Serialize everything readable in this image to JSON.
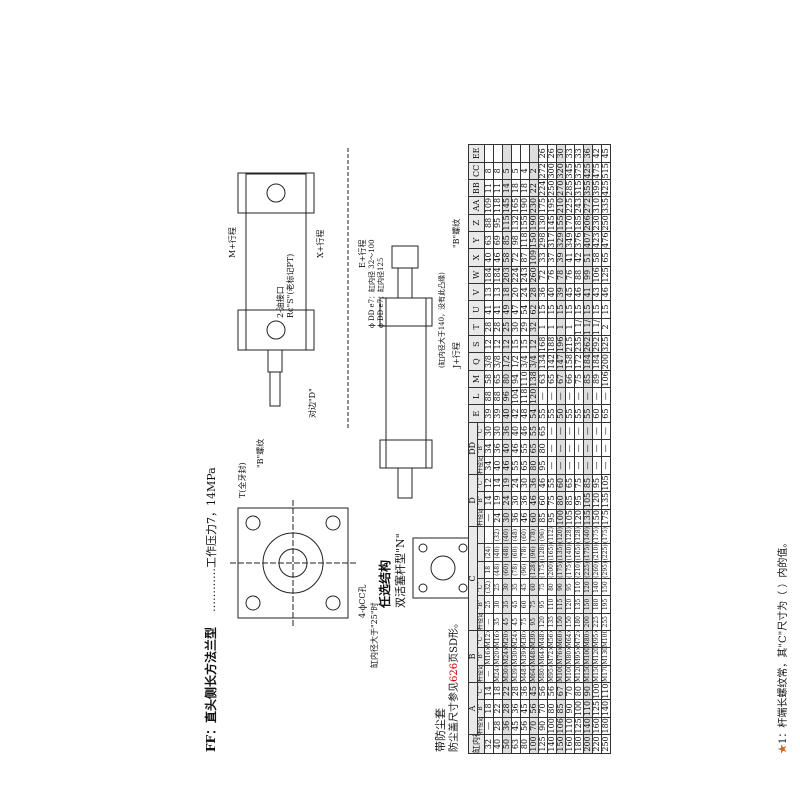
{
  "header": {
    "title": "FF：直头侧长方法兰型",
    "pressure": "…………工作压力7，14MPa"
  },
  "drawing": {
    "port_note": "2-油接口",
    "port_rc": "Rc\"S\"(老标记PT)",
    "stroke_label": "M+行程",
    "stroke_label2": "X+行程",
    "width_across": "对边\"D\"",
    "thread_b": "\"B\"螺纹",
    "cc_hole": "4-ϕCC孔",
    "t_pitch": "T(全牙封)",
    "bore_note": "缸内径大于\"25\"时",
    "e_stroke": "E+行程",
    "dd_note1": "ϕ DD e7：缸内径 32～100",
    "dd_note2": "ϕ DD e7：缸内径125",
    "dd_note3": "(缸内径大于140，没有此凸缘)",
    "j_stroke": "J+行程",
    "thread_b2": "\"B\"螺纹"
  },
  "option": {
    "title": "任选结构",
    "subtitle": "双活塞杆型\"N\"",
    "dust_title": "带防尘套",
    "dust_note_before": "防尘盖尺寸参见",
    "dust_note_pages": "626",
    "dust_note_after": "页SD形。"
  },
  "table": {
    "group_headers": [
      "A",
      "B",
      "C",
      "D",
      "DD"
    ],
    "sub_headers": [
      "杆径记号 \"A\"",
      "\"B\"",
      "\"C\"",
      "杆径记号 \"A\"",
      "\"B\"",
      "\"C\"",
      "杆径记号 \"A\"",
      "\"B\"",
      "\"C\"",
      "杆径记号 \"A\"",
      "\"B\"",
      "\"C\"",
      "杆径记号 \"A\"",
      "\"B\"",
      "\"C\""
    ],
    "bore_header": "缸内径",
    "columns": [
      "E",
      "L",
      "M",
      "Q",
      "S",
      "T",
      "U",
      "V",
      "W",
      "X",
      "Y",
      "Z",
      "AA",
      "BB",
      "CC",
      "EE"
    ],
    "rows": [
      {
        "bore": "32",
        "a": [
          "—",
          "18",
          "14"
        ],
        "b": [
          "—",
          "M16×1.5",
          "M12×1.25"
        ],
        "c": [
          "—",
          "25",
          "(32)",
          "18",
          "(24)"
        ],
        "d": [
          "—",
          "14",
          "12"
        ],
        "dd": [
          "34",
          "34",
          "30"
        ],
        "rest": [
          "39",
          "88",
          "58",
          "3/8",
          "12",
          "28",
          "41",
          "13",
          "184",
          "40",
          "63",
          "88",
          "109",
          "11",
          "8",
          ""
        ],
        "shade": false
      },
      {
        "bore": "40",
        "a": [
          "28",
          "22",
          "18"
        ],
        "b": [
          "M24×1.5",
          "M20×1.5",
          "M16×1.5"
        ],
        "c": [
          "35",
          "30",
          "25",
          "(48)",
          "(40)",
          "(32)"
        ],
        "d": [
          "24",
          "19",
          "14"
        ],
        "dd": [
          "40",
          "36",
          "30"
        ],
        "rest": [
          "39",
          "88",
          "65",
          "3/8",
          "12",
          "28",
          "41",
          "13",
          "184",
          "46",
          "69",
          "95",
          "118",
          "11",
          "8",
          ""
        ],
        "shade": false
      },
      {
        "bore": "50",
        "a": [
          "36",
          "28",
          "22"
        ],
        "b": [
          "M30×1.5",
          "M24×1.5",
          "M20×1.5"
        ],
        "c": [
          "45",
          "35",
          "30",
          "(60)",
          "(48)",
          "(40)"
        ],
        "d": [
          "30",
          "24",
          "19"
        ],
        "dd": [
          "46",
          "40",
          "36"
        ],
        "rest": [
          "40",
          "96",
          "80",
          "1/2",
          "12",
          "25",
          "49",
          "18",
          "203",
          "58",
          "85",
          "115",
          "145",
          "14",
          "5",
          ""
        ],
        "shade": true
      },
      {
        "bore": "63",
        "a": [
          "45",
          "36",
          "28"
        ],
        "b": [
          "M39×1.5",
          "M30×1.5",
          "M24×1.5"
        ],
        "c": [
          "45",
          "45",
          "35",
          "(78)",
          "(60)",
          "(48)"
        ],
        "d": [
          "36",
          "30",
          "24"
        ],
        "dd": [
          "55",
          "46",
          "40"
        ],
        "rest": [
          "42",
          "104",
          "94",
          "1/2",
          "15",
          "30",
          "47",
          "20",
          "224",
          "72",
          "98",
          "132",
          "165",
          "18",
          "5",
          ""
        ],
        "shade": false
      },
      {
        "bore": "80",
        "a": [
          "56",
          "45",
          "36"
        ],
        "b": [
          "M48×1.5",
          "M39×1.5",
          "M30×1.5"
        ],
        "c": [
          "75",
          "60",
          "45",
          "(96)",
          "(78)",
          "(60)"
        ],
        "d": [
          "46",
          "36",
          "30"
        ],
        "dd": [
          "65",
          "55",
          "46"
        ],
        "rest": [
          "48",
          "118",
          "110",
          "3/4",
          "15",
          "29",
          "54",
          "24",
          "243",
          "87",
          "118",
          "155",
          "190",
          "18",
          "4",
          ""
        ],
        "shade": false
      },
      {
        "bore": "100",
        "a": [
          "70",
          "56",
          "45"
        ],
        "b": [
          "M64×2.0",
          "M48×1.5",
          "M39×1.5"
        ],
        "c": [
          "95",
          "75",
          "60",
          "(128)",
          "(96)",
          "(78)"
        ],
        "d": [
          "60",
          "46",
          "36"
        ],
        "dd": [
          "80",
          "65",
          "55"
        ],
        "rest": [
          "54",
          "120",
          "138",
          "3/4",
          "12",
          "32",
          "62",
          "28",
          "260",
          "109",
          "150",
          "190",
          "230",
          "22",
          "2",
          ""
        ],
        "shade": true
      },
      {
        "bore": "125",
        "a": [
          "90",
          "70",
          "56"
        ],
        "b": [
          "M80×2.0",
          "M64×2.0",
          "M48×1.5"
        ],
        "c": [
          "120",
          "95",
          "75",
          "(175)",
          "(128)",
          "(96)"
        ],
        "d": [
          "85",
          "60",
          "46"
        ],
        "dd": [
          "95",
          "80",
          "65"
        ],
        "rest": [
          "55",
          "—",
          "63",
          "134",
          "168",
          "1",
          "15",
          "36",
          "72",
          "33",
          "298",
          "130",
          "175",
          "224",
          "272",
          "26",
          "1"
        ],
        "shade": false
      },
      {
        "bore": "140",
        "a": [
          "100",
          "80",
          "56"
        ],
        "b": [
          "M95×2.0",
          "M72×2.0",
          "M56×2.0"
        ],
        "c": [
          "135",
          "110",
          "80",
          "(200)",
          "(165)",
          "(112)"
        ],
        "d": [
          "95",
          "75",
          "55"
        ],
        "dd": [
          "—",
          "—",
          "—"
        ],
        "rest": [
          "55",
          "—",
          "65",
          "142",
          "188",
          "1",
          "15",
          "40",
          "76",
          "37",
          "317",
          "145",
          "195",
          "250",
          "300",
          "26",
          "—"
        ],
        "shade": false
      },
      {
        "bore": "150",
        "a": [
          "106",
          "85",
          "67"
        ],
        "b": [
          "M100×2.0",
          "M76×2.0",
          "M60×2.0"
        ],
        "c": [
          "150",
          "115",
          "90",
          "(175)",
          "(135)",
          "(120)"
        ],
        "d": [
          "100",
          "80",
          "60"
        ],
        "dd": [
          "—",
          "—",
          "—"
        ],
        "rest": [
          "50",
          "—",
          "67",
          "147",
          "196",
          "1",
          "15",
          "39",
          "78",
          "39",
          "329",
          "155",
          "210",
          "270",
          "320",
          "30",
          "—"
        ],
        "shade": true
      },
      {
        "bore": "160",
        "a": [
          "110",
          "90",
          "70"
        ],
        "b": [
          "M100×2.0",
          "M80×2.0",
          "M64×2.0"
        ],
        "c": [
          "150",
          "120",
          "95",
          "(175)",
          "(140)",
          "(128)"
        ],
        "d": [
          "105",
          "85",
          "65"
        ],
        "dd": [
          "—",
          "—",
          "—"
        ],
        "rest": [
          "55",
          "—",
          "66",
          "158",
          "215",
          "1",
          "15",
          "45",
          "76",
          "41",
          "349",
          "170",
          "225",
          "285",
          "345",
          "33",
          "—"
        ],
        "shade": false
      },
      {
        "bore": "180",
        "a": [
          "125",
          "100",
          "80"
        ],
        "b": [
          "M120×2.0",
          "M95×2.0",
          "M72×2.0"
        ],
        "c": [
          "180",
          "135",
          "110",
          "(210)",
          "(165)",
          "(128)"
        ],
        "d": [
          "120",
          "95",
          "75"
        ],
        "dd": [
          "—",
          "—",
          "—"
        ],
        "rest": [
          "55",
          "—",
          "75",
          "172",
          "235",
          "1 1/4",
          "15",
          "46",
          "88",
          "42",
          "376",
          "185",
          "243",
          "315",
          "375",
          "33",
          "—"
        ],
        "shade": false
      },
      {
        "bore": "200",
        "a": [
          "140",
          "110",
          "90"
        ],
        "b": [
          "M150×3.0",
          "M100×2.0",
          "M80×2.0"
        ],
        "c": [
          "200",
          "150",
          "120",
          "(225)",
          "(175)",
          "(140)"
        ],
        "d": [
          "135",
          "105",
          "85"
        ],
        "dd": [
          "—",
          "—",
          "—"
        ],
        "rest": [
          "55",
          "—",
          "85",
          "184",
          "262",
          "1 1/4",
          "15",
          "41",
          "99",
          "51",
          "407",
          "206",
          "272",
          "355",
          "425",
          "36",
          "—"
        ],
        "shade": true
      },
      {
        "bore": "220",
        "a": [
          "160",
          "125",
          "100"
        ],
        "b": [
          "M150×3.0",
          "M120×2.0",
          "M95×2.0"
        ],
        "c": [
          "225",
          "180",
          "140",
          "(260)",
          "(210)",
          "(175)"
        ],
        "d": [
          "150",
          "120",
          "95"
        ],
        "dd": [
          "—",
          "—",
          "—"
        ],
        "rest": [
          "60",
          "—",
          "89",
          "184",
          "292",
          "1 1/2",
          "15",
          "43",
          "106",
          "58",
          "423",
          "230",
          "310",
          "395",
          "475",
          "42",
          "—"
        ],
        "shade": false
      },
      {
        "bore": "250",
        "a": [
          "180",
          "140",
          "110"
        ],
        "b": [
          "M170×3.0",
          "M130×2.0",
          "M100×2.0"
        ],
        "c": [
          "255",
          "195",
          "150",
          "(295)",
          "(225)",
          "(175)"
        ],
        "d": [
          "175",
          "135",
          "105"
        ],
        "dd": [
          "—",
          "—",
          "—"
        ],
        "rest": [
          "65",
          "—",
          "106",
          "200",
          "325",
          "2",
          "15",
          "46",
          "125",
          "65",
          "476",
          "250",
          "335",
          "425",
          "515",
          "45",
          "—"
        ],
        "shade": false
      }
    ],
    "footnote_star": "★",
    "footnote_num": "1：",
    "footnote": "杆端长螺纹常，其\"C\"尺寸为（ ）内的值。"
  }
}
